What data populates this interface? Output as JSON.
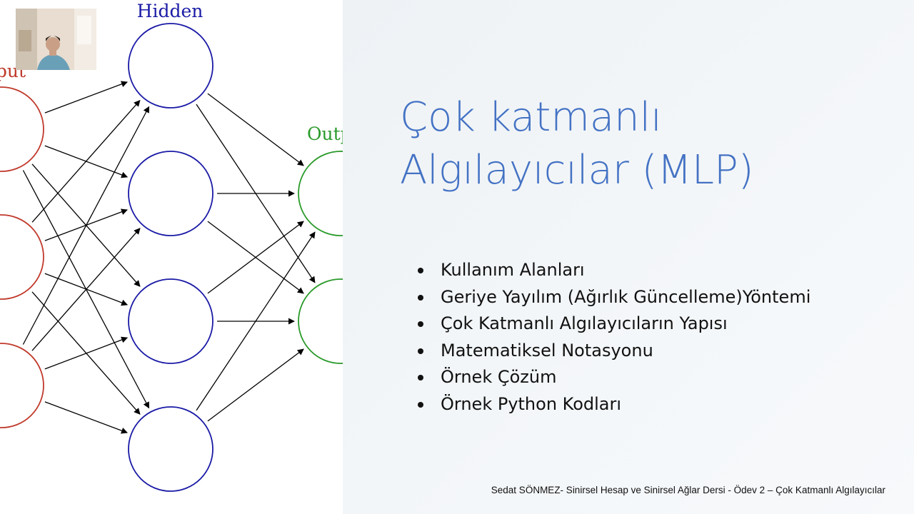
{
  "diagram": {
    "labels": {
      "input": "Input",
      "hidden": "Hidden",
      "output": "Output"
    },
    "colors": {
      "input": "#c0392b",
      "hidden": "#1a1aa6",
      "output": "#2a9a2a"
    }
  },
  "slide": {
    "title_lines": [
      "Çok katmanlı",
      "Algılayıcılar (MLP)"
    ],
    "bullets": [
      "Kullanım Alanları",
      "Geriye Yayılım (Ağırlık Güncelleme)Yöntemi",
      "Çok Katmanlı Algılayıcıların Yapısı",
      "Matematiksel Notasyonu",
      "Örnek Çözüm",
      "Örnek Python Kodları"
    ],
    "footer": "Sedat SÖNMEZ- Sinirsel Hesap ve Sinirsel Ağlar Dersi - Ödev 2 – Çok Katmanlı Algılayıcılar",
    "title_color": "#4472c4"
  },
  "webcam": {
    "description_icon": "person-webcam-icon"
  }
}
